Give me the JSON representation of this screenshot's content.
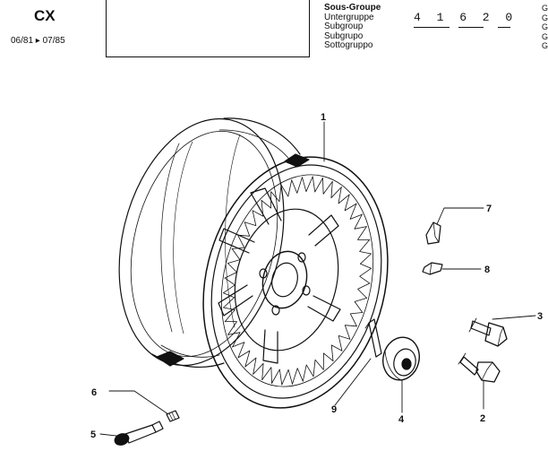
{
  "header": {
    "model": "CX",
    "dates": "06/81 ▸ 07/85",
    "labels": [
      "Sous-Groupe",
      "Untergruppe",
      "Subgroup",
      "Subgrupo",
      "Sottogruppo"
    ],
    "subgroup_code": "4 1 6 2 0",
    "right_edge": [
      "G",
      "G",
      "G",
      "G",
      "G"
    ]
  },
  "callouts": [
    {
      "id": "1",
      "label": "1"
    },
    {
      "id": "2",
      "label": "2"
    },
    {
      "id": "3",
      "label": "3"
    },
    {
      "id": "4",
      "label": "4"
    },
    {
      "id": "5",
      "label": "5"
    },
    {
      "id": "6",
      "label": "6"
    },
    {
      "id": "7",
      "label": "7"
    },
    {
      "id": "8",
      "label": "8"
    },
    {
      "id": "9",
      "label": "9"
    }
  ]
}
